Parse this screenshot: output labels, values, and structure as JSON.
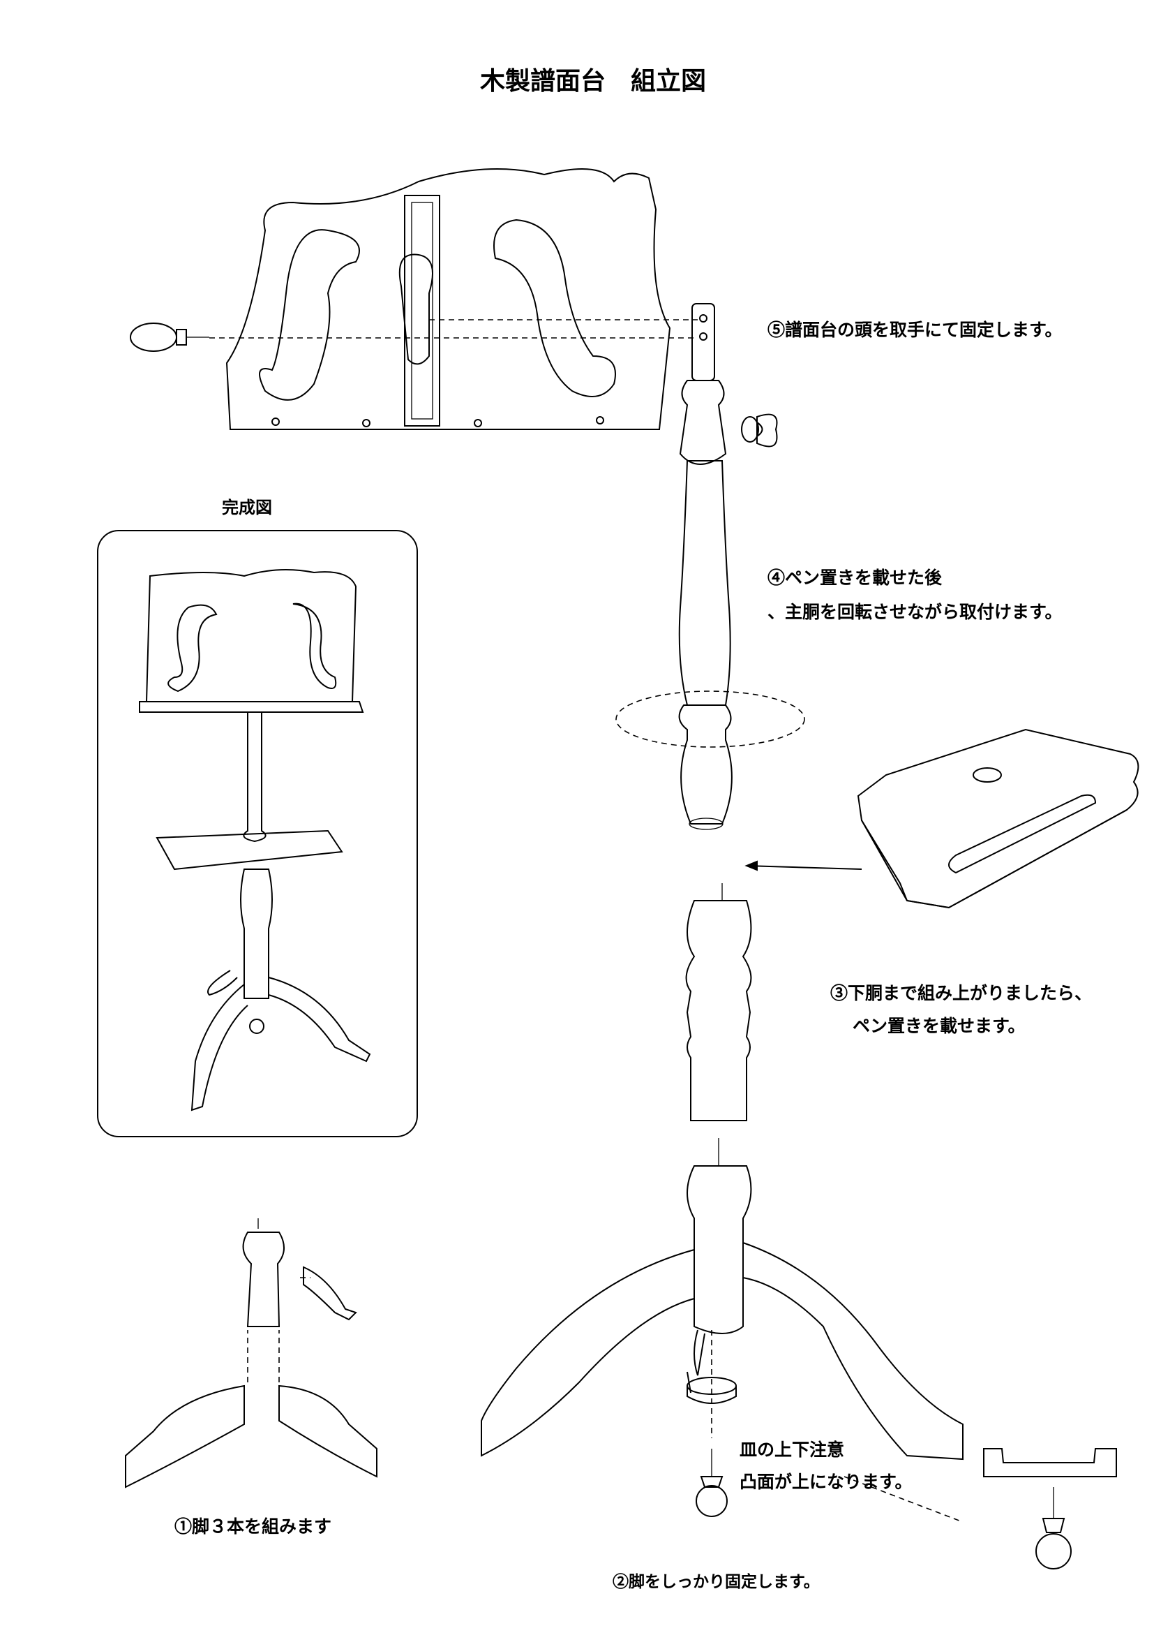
{
  "title": "木製譜面台　組立図",
  "completed_label": "完成図",
  "steps": {
    "step1": "①脚３本を組みます",
    "step2": "②脚をしっかり固定します。",
    "step3_line1": "③下胴まで組み上がりましたら、",
    "step3_line2": "ペン置きを載せます。",
    "step4_line1": "④ペン置きを載せた後",
    "step4_line2": "、主胴を回転させながら取付けます。",
    "step5": "⑤譜面台の頭を取手にて固定します。"
  },
  "notes": {
    "plate_line1": "皿の上下注意",
    "plate_line2": "凸面が上になります。"
  }
}
